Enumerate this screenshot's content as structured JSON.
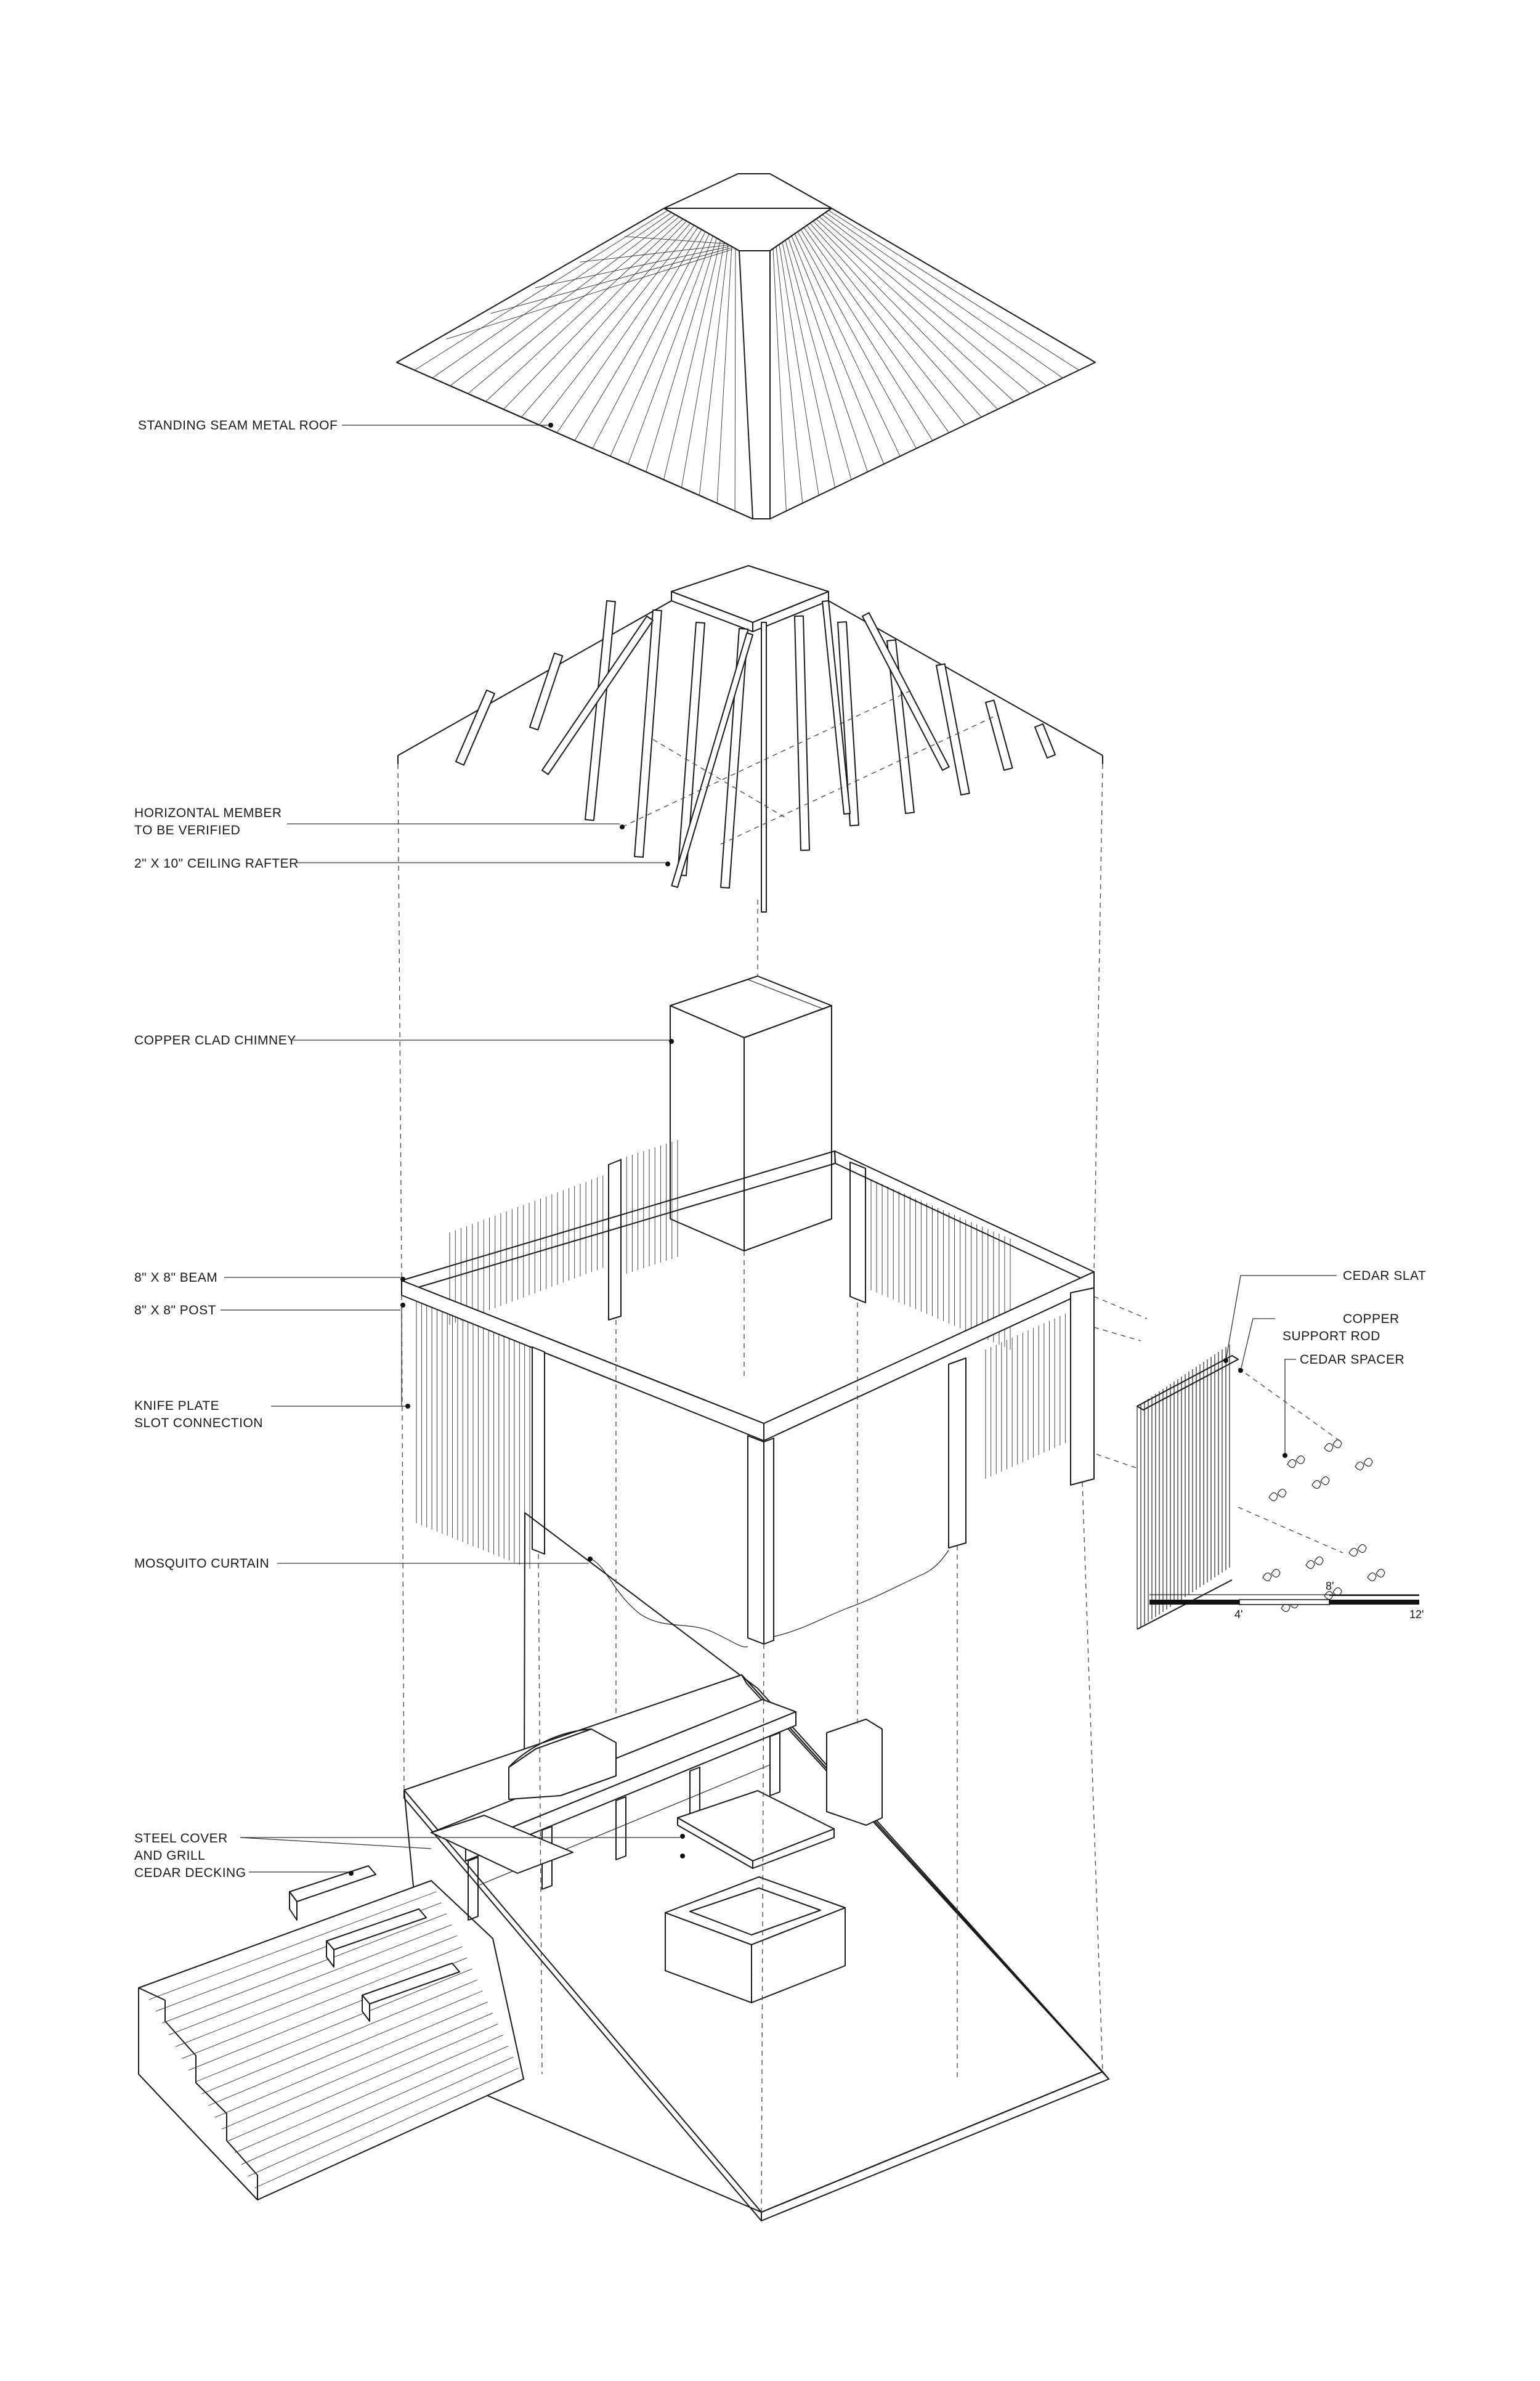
{
  "labels": {
    "roof": "STANDING SEAM METAL ROOF",
    "horizontal_member_1": "HORIZONTAL MEMBER",
    "horizontal_member_2": "TO BE VERIFIED",
    "ceiling_rafter": "2\" X 10\" CEILING RAFTER",
    "chimney": "COPPER CLAD CHIMNEY",
    "beam": "8\" X 8\" BEAM",
    "post": "8\" X 8\" POST",
    "knife_plate_1": "KNIFE PLATE",
    "knife_plate_2": "SLOT CONNECTION",
    "mosquito_curtain": "MOSQUITO CURTAIN",
    "steel_cover_1": "STEEL COVER",
    "steel_cover_2": "AND GRILL",
    "cedar_decking": "CEDAR DECKING",
    "cedar_slat": "CEDAR SLAT",
    "copper_rod_1": "COPPER",
    "copper_rod_2": "SUPPORT ROD",
    "cedar_spacer": "CEDAR SPACER"
  },
  "scale_bar": {
    "tick_4": "4'",
    "tick_8": "8'",
    "tick_12": "12'"
  },
  "colors": {
    "ink": "#1a1a1a",
    "paper": "#ffffff"
  }
}
